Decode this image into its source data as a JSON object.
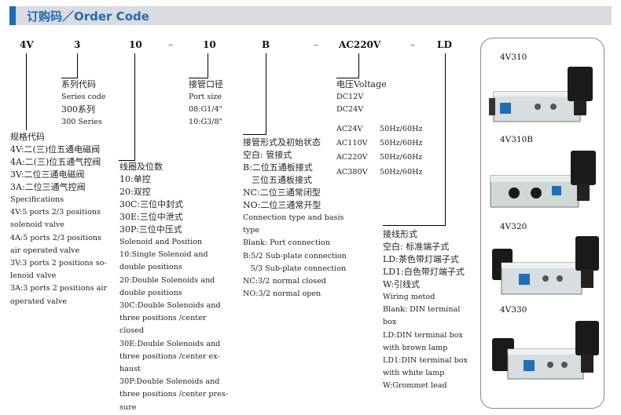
{
  "header": {
    "title": "订购码／Order Code"
  },
  "codes": [
    "4V",
    "3",
    "10",
    "10",
    "B",
    "AC220V",
    "LD"
  ],
  "dash": "–",
  "series": [
    "系列代码",
    "Series code",
    "300系列",
    "300 Series"
  ],
  "port": [
    "接管口径",
    "Port size",
    "08:G1/4\"",
    "10:G3/8\""
  ],
  "voltage": {
    "title": "电压Voltage",
    "dc": [
      "DC12V",
      "DC24V"
    ],
    "ac": [
      {
        "v": "AC24V",
        "f": "50Hz/60Hz"
      },
      {
        "v": "AC110V",
        "f": "50Hz/60Hz"
      },
      {
        "v": "AC220V",
        "f": "50Hz/60Hz"
      },
      {
        "v": "AC380V",
        "f": "50Hz/60Hz"
      }
    ]
  },
  "spec": [
    "规格代码",
    "4V:二(三)位五通电磁阀",
    "4A:二(三)位五通气控阀",
    "3V:二位三通电磁阀",
    "3A:二位三通气控阀",
    "Specifications",
    "4V:5 ports 2/3 positions",
    "solenoid valve",
    "4A:5 ports 2/3 positions",
    "air operated valve",
    "3V:3 ports 2 positions so-",
    "lenoid valve",
    "3A:3 ports 2 positions air",
    "operated valve"
  ],
  "coil": [
    "线圈及位数",
    "10:单控",
    "20:双控",
    "30C:三位中封式",
    "30E:三位中泄式",
    "30P:三位中压式",
    "Solenoid and Position",
    "10:Single Solenoid and",
    "double positions",
    "20:Double Solenoids and",
    "double positions",
    "30C:Double Solenoids and",
    "three positions /center",
    "closed",
    "30E:Double Solenoids and",
    "three positions /center ex-",
    "haust",
    "30P:Double Solenoids and",
    "three positions /center pres-",
    "sure"
  ],
  "conn": [
    "接管形式及初始状态",
    "空白: 管接式",
    "B:二位五通板接式",
    "　三位五通板接式",
    "NC:二位三通常闭型",
    "NO:二位三通常开型",
    "Connection type and basis",
    "type",
    "Blank: Port connection",
    "B:5/2 Sub-plate connection",
    "　5/3 Sub-plate connection",
    "NC:3/2 normal closed",
    "NO:3/2 normal open"
  ],
  "wiring": [
    "接线形式",
    "空白: 标准端子式",
    "LD:茶色带灯端子式",
    "LD1:白色带灯端子式",
    "W:引线式",
    "Wiring metod",
    "Blank: DIN terminal",
    "box",
    "LD:DIN terminal box",
    "with  brown lamp",
    "LD1:DIN terminal box",
    "with white lamp",
    "W:Grommet lead"
  ],
  "products": [
    "4V310",
    "4V310B",
    "4V320",
    "4V330"
  ],
  "colors": {
    "accent": "#1d6cb4",
    "header_bg": "#d9dbdf"
  }
}
